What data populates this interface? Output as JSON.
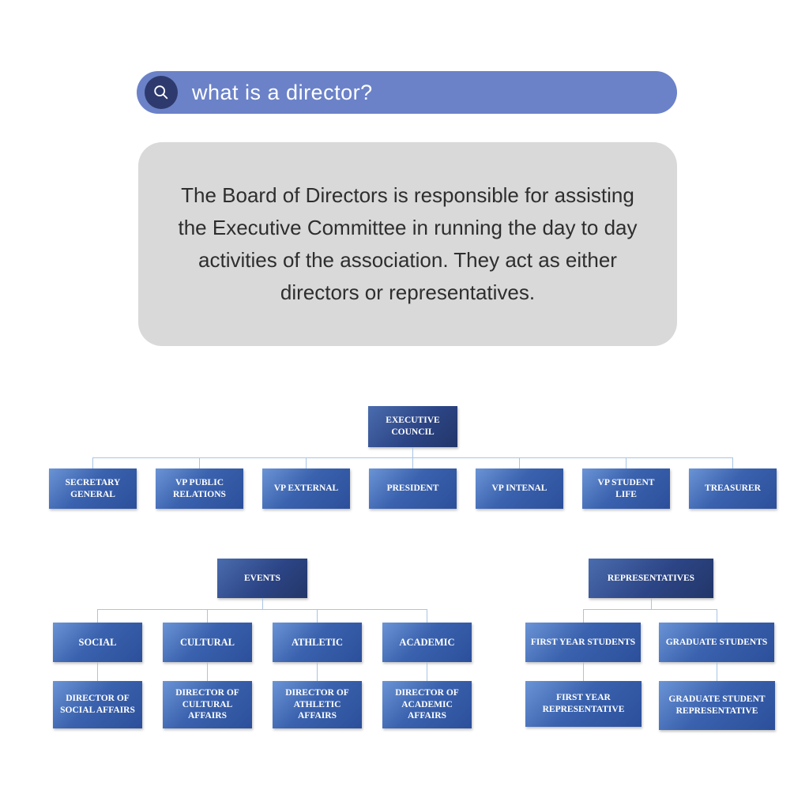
{
  "search_bar": {
    "query": "what is a director?"
  },
  "answer_card": {
    "text": "The Board of Directors is responsible for assisting the Executive Committee in running the day to day activities of the association. They act as either directors or representatives."
  },
  "org_chart": {
    "root": "EXECUTIVE COUNCIL",
    "executive_members": [
      "SECRETARY GENERAL",
      "VP PUBLIC RELATIONS",
      "VP EXTERNAL",
      "PRESIDENT",
      "VP INTENAL",
      "VP STUDENT LIFE",
      "TREASURER"
    ],
    "events": {
      "label": "EVENTS",
      "categories": [
        "SOCIAL",
        "CULTURAL",
        "ATHLETIC",
        "ACADEMIC"
      ],
      "directors": [
        "DIRECTOR OF SOCIAL AFFAIRS",
        "DIRECTOR OF CULTURAL AFFAIRS",
        "DIRECTOR OF ATHLETIC AFFAIRS",
        "DIRECTOR OF ACADEMIC AFFAIRS"
      ]
    },
    "representatives": {
      "label": "REPRESENTATIVES",
      "groups": [
        "FIRST YEAR STUDENTS",
        "GRADUATE STUDENTS"
      ],
      "reps": [
        "FIRST YEAR REPRESENTATIVE",
        "GRADUATE STUDENT REPRESENTATIVE"
      ]
    }
  },
  "colors": {
    "search_bar": "#6b82c8",
    "search_icon_circle": "#2e3a6d",
    "answer_card": "#d9d9d9",
    "node_gradient_light": "#6b94d6",
    "node_gradient_dark": "#2c4f9b",
    "header_node_navy": "#223668",
    "connector": "#a9c4e4"
  }
}
